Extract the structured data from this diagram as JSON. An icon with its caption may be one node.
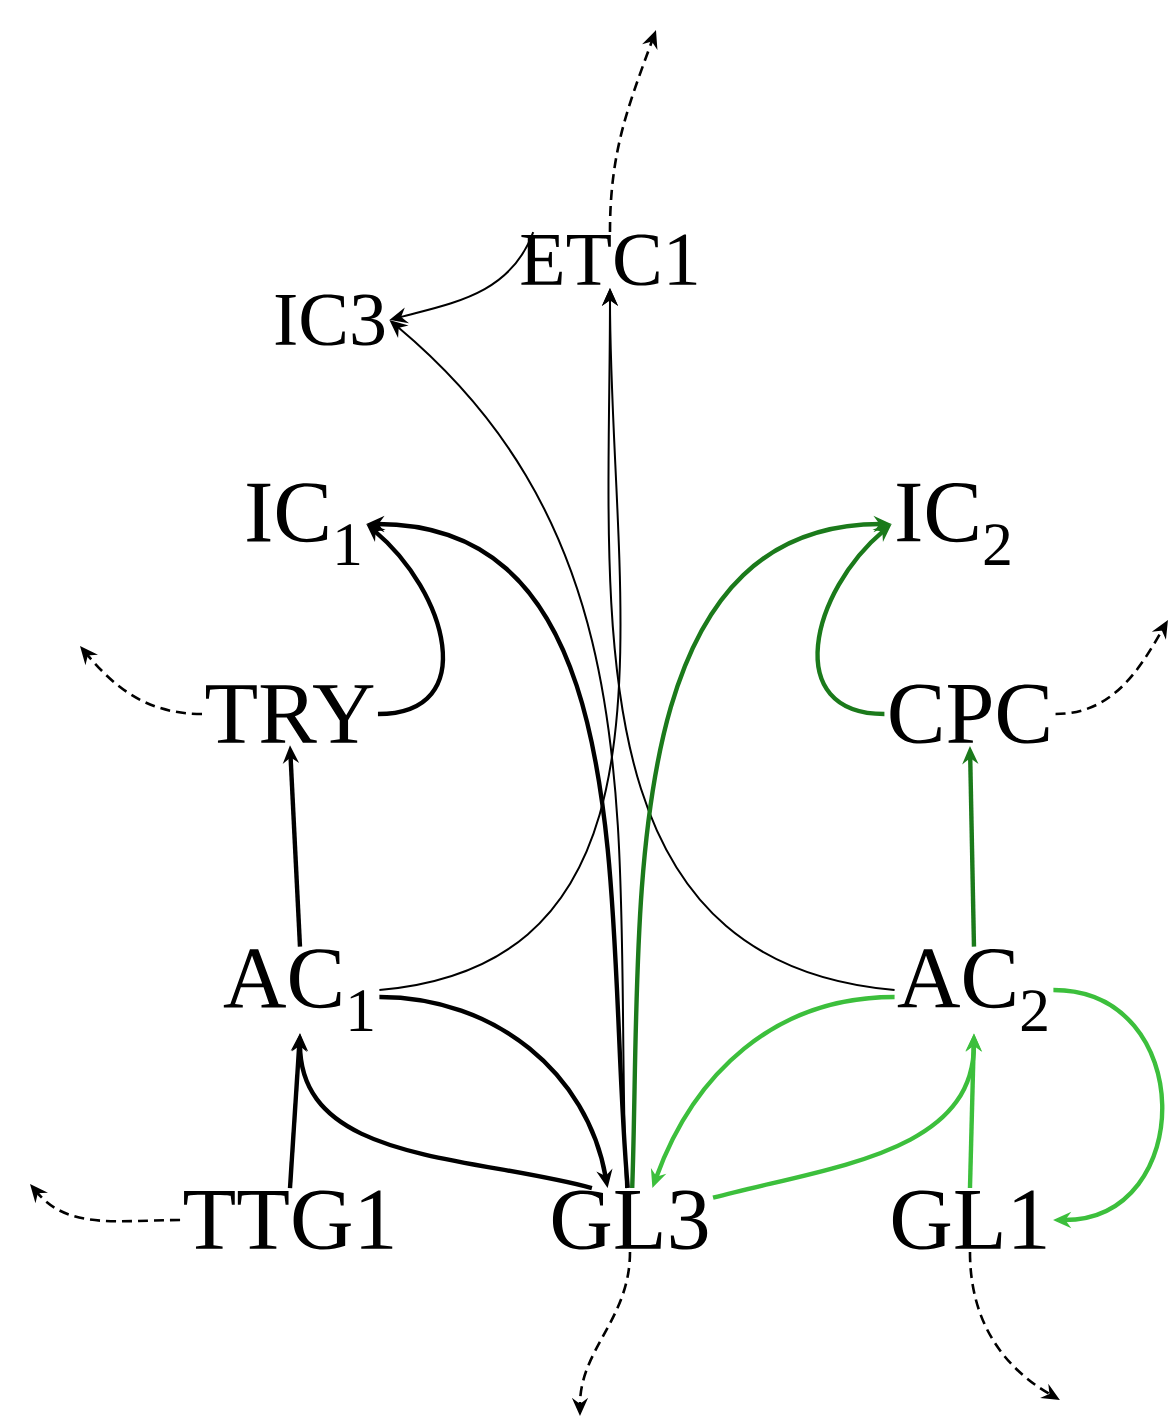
{
  "diagram": {
    "nodes": [
      {
        "text": [
          "ETC1"
        ]
      },
      {
        "text": [
          "IC3"
        ]
      },
      {
        "text": [
          "IC$_{1}$"
        ]
      },
      {
        "text": [
          "IC$_{2}$"
        ]
      },
      {
        "text": [
          "TRY"
        ]
      },
      {
        "text": [
          "CPC"
        ]
      },
      {
        "text": [
          "AC$_{1}$"
        ]
      },
      {
        "text": [
          "AC$_{2}$"
        ]
      },
      {
        "text": [
          "TTG1"
        ]
      },
      {
        "text": [
          "GL3"
        ]
      },
      {
        "text": [
          "GL1"
        ]
      }
    ],
    "edges": [
      {
        "from": 0,
        "to": 1,
        "arrow": "to"
      },
      {
        "from": 0,
        "to": null,
        "arrow": "to",
        "style": "dashed"
      },
      {
        "from": 9,
        "to": 1,
        "arrow": "to"
      },
      {
        "from": 6,
        "to": 0,
        "arrow": "to"
      },
      {
        "from": 7,
        "to": 0,
        "arrow": "to"
      },
      {
        "from": 4,
        "to": 2,
        "arrow": "to"
      },
      {
        "from": 9,
        "to": 2,
        "arrow": "to"
      },
      {
        "from": 5,
        "to": 3,
        "arrow": "to",
        "color": "#1b7a1b"
      },
      {
        "from": 9,
        "to": 3,
        "arrow": "to",
        "color": "#1b7a1b"
      },
      {
        "from": 6,
        "to": 4,
        "arrow": "to"
      },
      {
        "from": 7,
        "to": 5,
        "arrow": "to",
        "color": "#1b7a1b"
      },
      {
        "from": 8,
        "to": 6,
        "arrow": "to"
      },
      {
        "from": 9,
        "to": 6,
        "arrow": "to"
      },
      {
        "from": 6,
        "to": 9,
        "arrow": "to"
      },
      {
        "from": 7,
        "to": 9,
        "arrow": "to",
        "color": "#3cbf3c"
      },
      {
        "from": 10,
        "to": 7,
        "arrow": "to",
        "color": "#3cbf3c"
      },
      {
        "from": 9,
        "to": 7,
        "arrow": "to",
        "color": "#3cbf3c"
      },
      {
        "from": 7,
        "to": 10,
        "arrow": "to",
        "color": "#3cbf3c"
      },
      {
        "from": 4,
        "to": null,
        "arrow": "to",
        "style": "dashed"
      },
      {
        "from": 5,
        "to": null,
        "arrow": "to",
        "style": "dashed"
      },
      {
        "from": 8,
        "to": null,
        "arrow": "to",
        "style": "dashed"
      },
      {
        "from": 9,
        "to": null,
        "arrow": "to",
        "style": "dashed"
      },
      {
        "from": 10,
        "to": null,
        "arrow": "to",
        "style": "dashed"
      }
    ]
  }
}
